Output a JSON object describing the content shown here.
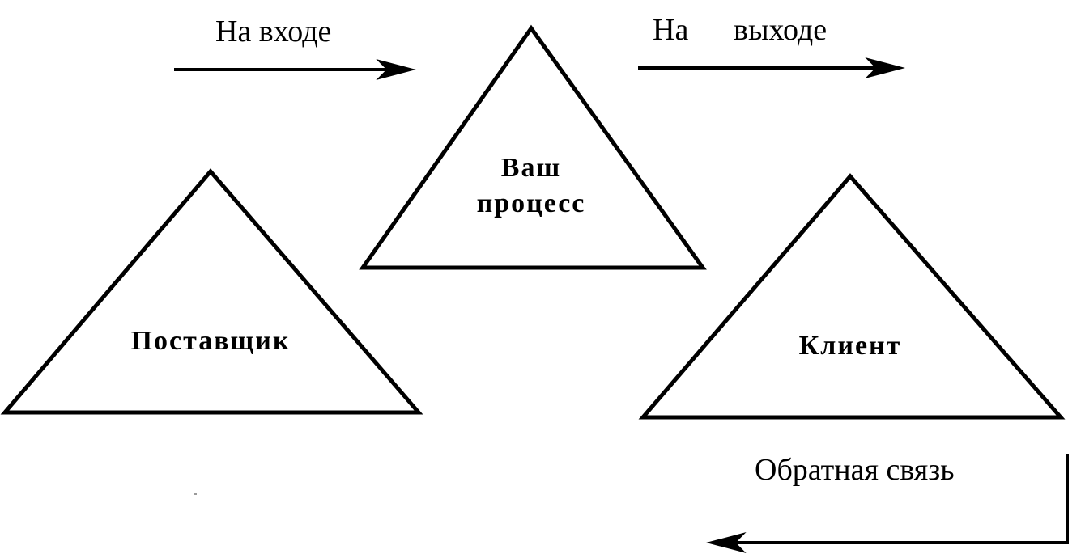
{
  "labels": {
    "input": "На входе",
    "output_word1": "На",
    "output_word2": "выходе",
    "feedback": "Обратная связь"
  },
  "nodes": {
    "process_line1": "Ваш",
    "process_line2": "процесс",
    "supplier": "Поставщик",
    "client": "Клиент"
  }
}
